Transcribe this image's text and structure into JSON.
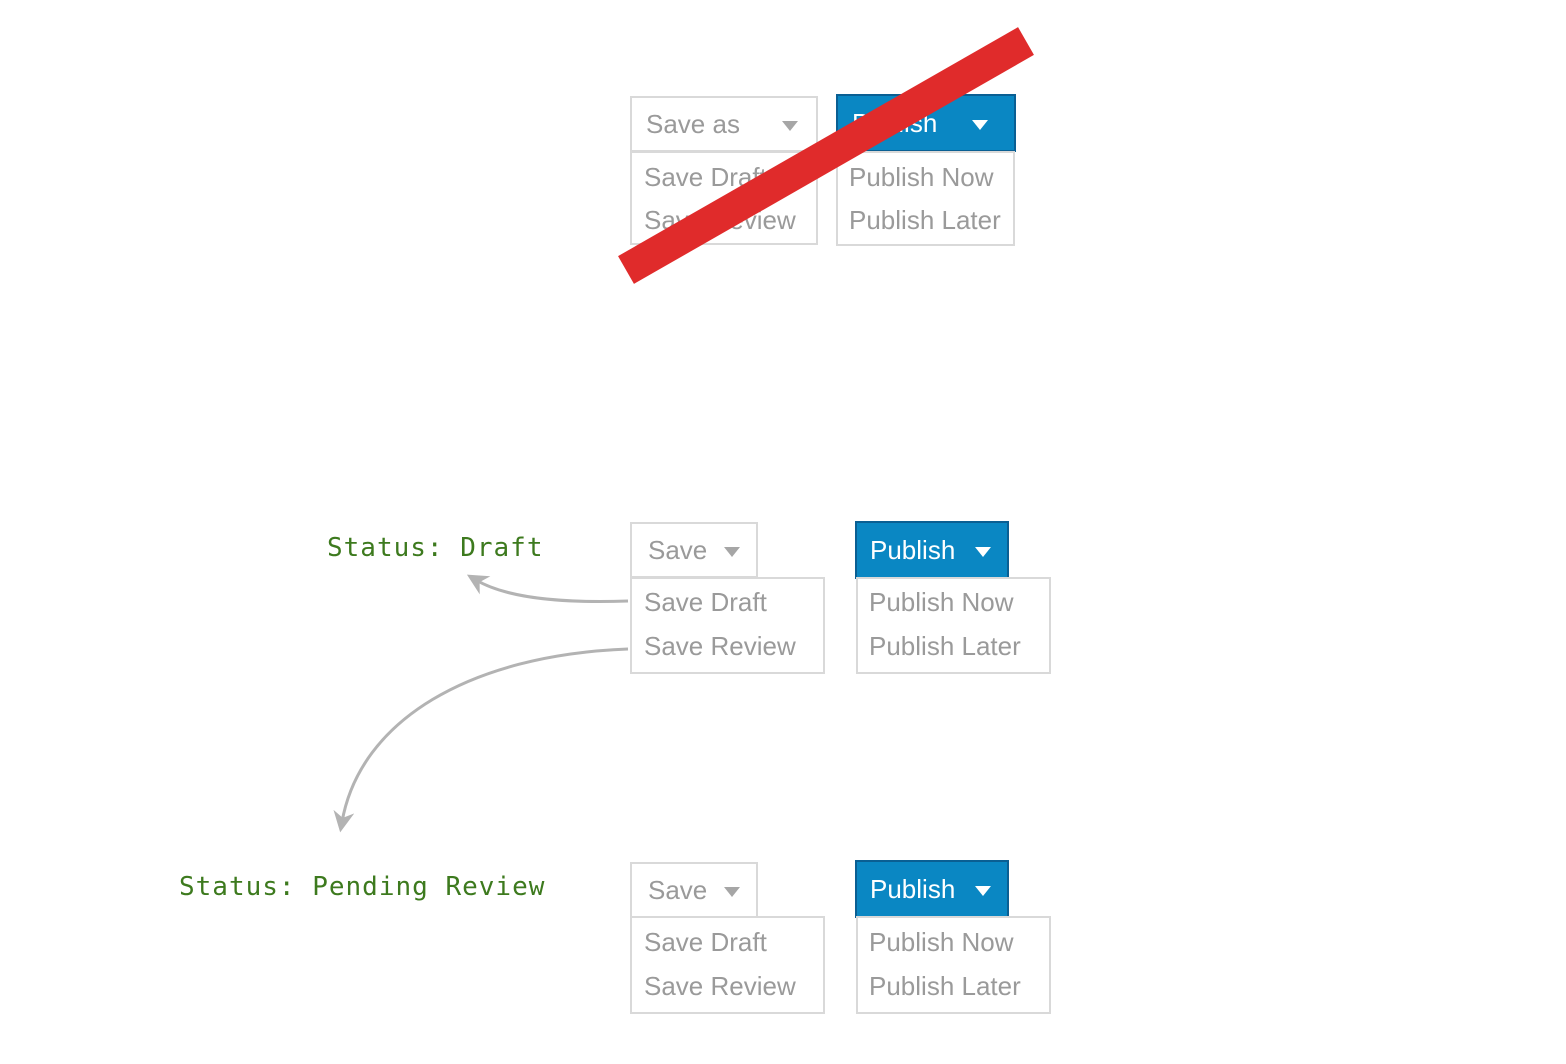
{
  "top_group": {
    "save_label": "Save as",
    "publish_label": "Publish",
    "save_menu": [
      "Save Draft",
      "Save Review"
    ],
    "publish_menu": [
      "Publish Now",
      "Publish Later"
    ],
    "crossed_out": true,
    "strike_color": "#e02b2b"
  },
  "middle_group": {
    "status_label": "Status: Draft",
    "save_label": "Save",
    "publish_label": "Publish",
    "save_menu": [
      "Save Draft",
      "Save Review"
    ],
    "publish_menu": [
      "Publish Now",
      "Publish Later"
    ]
  },
  "bottom_group": {
    "status_label": "Status: Pending Review",
    "save_label": "Save",
    "publish_label": "Publish",
    "save_menu": [
      "Save Draft",
      "Save Review"
    ],
    "publish_menu": [
      "Publish Now",
      "Publish Later"
    ]
  },
  "colors": {
    "publish_bg": "#0a87c3",
    "status_text": "#3d7a1e",
    "muted_text": "#9a9a9a",
    "border": "#d9d9d9",
    "arrow": "#b3b3b3"
  }
}
